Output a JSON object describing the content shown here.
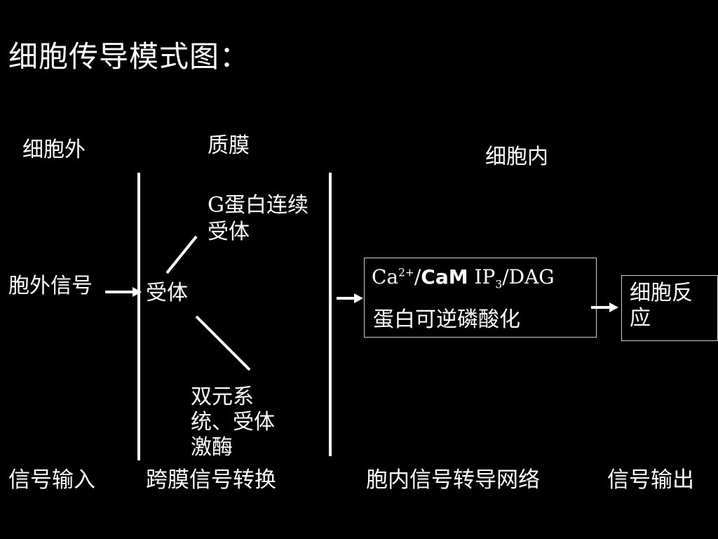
{
  "title": "细胞传导模式图：",
  "regions": {
    "outside": "细胞外",
    "membrane": "质膜",
    "inside": "细胞内"
  },
  "labels": {
    "extracellular_signal": "胞外信号",
    "receptor": "受体",
    "g_protein_line1": "G蛋白连续",
    "g_protein_line2": "受体",
    "two_component_line1": "双元系",
    "two_component_line2": "统、受体",
    "two_component_line3": "激酶",
    "second_messenger_ca": "Ca",
    "second_messenger_ca_sup": "2+",
    "second_messenger_slash": "/",
    "second_messenger_cam": "CaM",
    "second_messenger_ip": "IP",
    "second_messenger_ip_sub": "3",
    "second_messenger_dag": "/DAG",
    "phosphorylation": "蛋白可逆磷酸化",
    "response_line1": "细胞反",
    "response_line2": "应"
  },
  "footer": {
    "input": "信号输入",
    "transduction": "跨膜信号转换",
    "network": "胞内信号转导网络",
    "output": "信号输出"
  }
}
